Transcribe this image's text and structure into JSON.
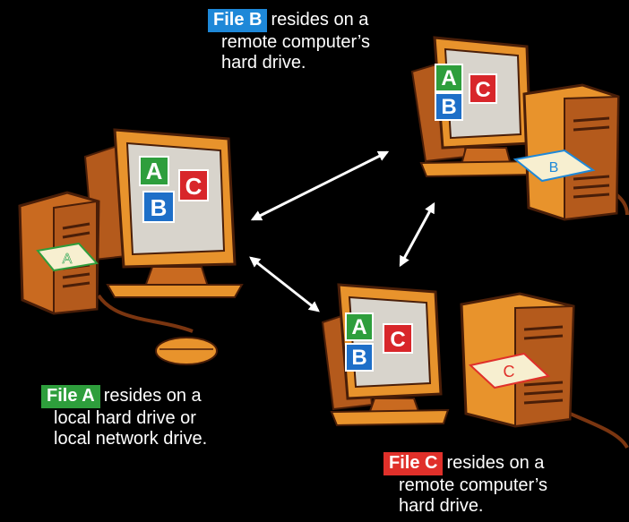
{
  "computers": [
    {
      "id": "a",
      "screen_letters": [
        "A",
        "B",
        "C"
      ],
      "paper_letter": "A"
    },
    {
      "id": "b",
      "screen_letters": [
        "A",
        "B",
        "C"
      ],
      "paper_letter": "B"
    },
    {
      "id": "c",
      "screen_letters": [
        "A",
        "B",
        "C"
      ],
      "paper_letter": "C"
    }
  ],
  "captions": {
    "file_b": {
      "tag": "File B",
      "line1": "resides on a",
      "line2": "remote computer’s",
      "line3": "hard drive.",
      "tag_color": "#1e88d8"
    },
    "file_a": {
      "tag": "File A",
      "line1": "resides on a",
      "line2": "local hard drive or",
      "line3": "local network drive.",
      "tag_color": "#2e9e3c"
    },
    "file_c": {
      "tag": "File C",
      "line1": "resides on a",
      "line2": "remote computer’s",
      "line3": "hard drive.",
      "tag_color": "#e0302a"
    }
  },
  "colors": {
    "background": "#000000",
    "computer_orange": "#e8932c",
    "computer_dark": "#7a3510",
    "screen": "#d8d4cc",
    "block_green": "#2e9e3c",
    "block_blue": "#1e6fc8",
    "block_red": "#d8262a",
    "arrow": "#ffffff"
  }
}
